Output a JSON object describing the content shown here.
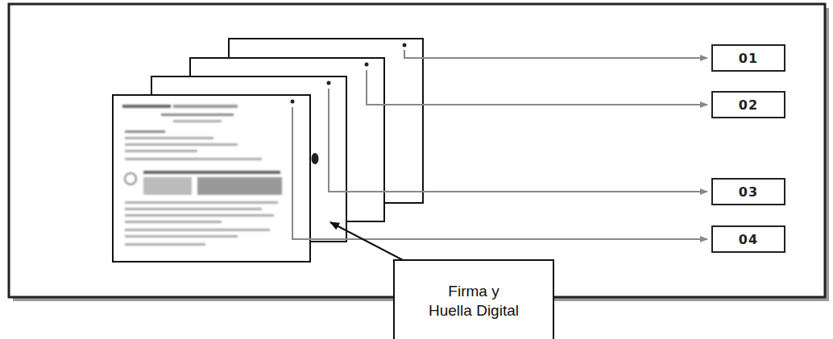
{
  "diagram": {
    "nodes": [
      {
        "text": [
          "01"
        ]
      },
      {
        "text": [
          "02"
        ]
      },
      {
        "text": [
          "03"
        ]
      },
      {
        "text": [
          "04"
        ]
      },
      {
        "text": [
          "Firma y Huella Digital"
        ]
      }
    ]
  }
}
